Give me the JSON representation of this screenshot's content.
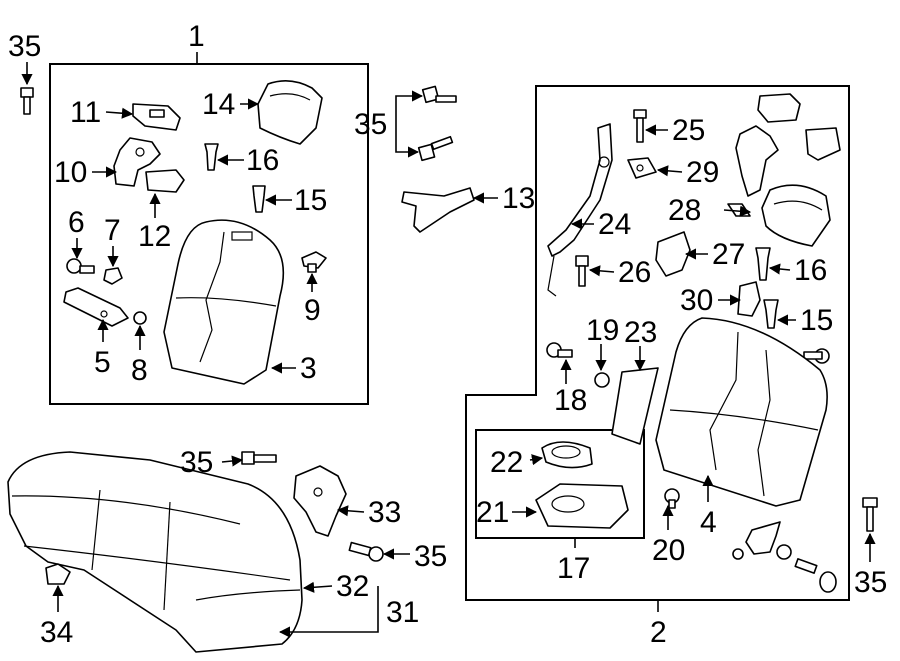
{
  "callouts": [
    {
      "id": "c35a",
      "text": "35"
    },
    {
      "id": "c1",
      "text": "1"
    },
    {
      "id": "c11",
      "text": "11"
    },
    {
      "id": "c14",
      "text": "14"
    },
    {
      "id": "c10",
      "text": "10"
    },
    {
      "id": "c16a",
      "text": "16"
    },
    {
      "id": "c15a",
      "text": "15"
    },
    {
      "id": "c12",
      "text": "12"
    },
    {
      "id": "c6",
      "text": "6"
    },
    {
      "id": "c7",
      "text": "7"
    },
    {
      "id": "c9",
      "text": "9"
    },
    {
      "id": "c5",
      "text": "5"
    },
    {
      "id": "c8",
      "text": "8"
    },
    {
      "id": "c3",
      "text": "3"
    },
    {
      "id": "c35b",
      "text": "35"
    },
    {
      "id": "c13",
      "text": "13"
    },
    {
      "id": "c25",
      "text": "25"
    },
    {
      "id": "c29",
      "text": "29"
    },
    {
      "id": "c24",
      "text": "24"
    },
    {
      "id": "c28",
      "text": "28"
    },
    {
      "id": "c27",
      "text": "27"
    },
    {
      "id": "c26",
      "text": "26"
    },
    {
      "id": "c16b",
      "text": "16"
    },
    {
      "id": "c30",
      "text": "30"
    },
    {
      "id": "c15b",
      "text": "15"
    },
    {
      "id": "c19",
      "text": "19"
    },
    {
      "id": "c23",
      "text": "23"
    },
    {
      "id": "c18",
      "text": "18"
    },
    {
      "id": "c22",
      "text": "22"
    },
    {
      "id": "c21",
      "text": "21"
    },
    {
      "id": "c17",
      "text": "17"
    },
    {
      "id": "c20",
      "text": "20"
    },
    {
      "id": "c4",
      "text": "4"
    },
    {
      "id": "c35c",
      "text": "35"
    },
    {
      "id": "c2",
      "text": "2"
    },
    {
      "id": "c35d",
      "text": "35"
    },
    {
      "id": "c33",
      "text": "33"
    },
    {
      "id": "c35e",
      "text": "35"
    },
    {
      "id": "c32",
      "text": "32"
    },
    {
      "id": "c31",
      "text": "31"
    },
    {
      "id": "c34",
      "text": "34"
    }
  ]
}
